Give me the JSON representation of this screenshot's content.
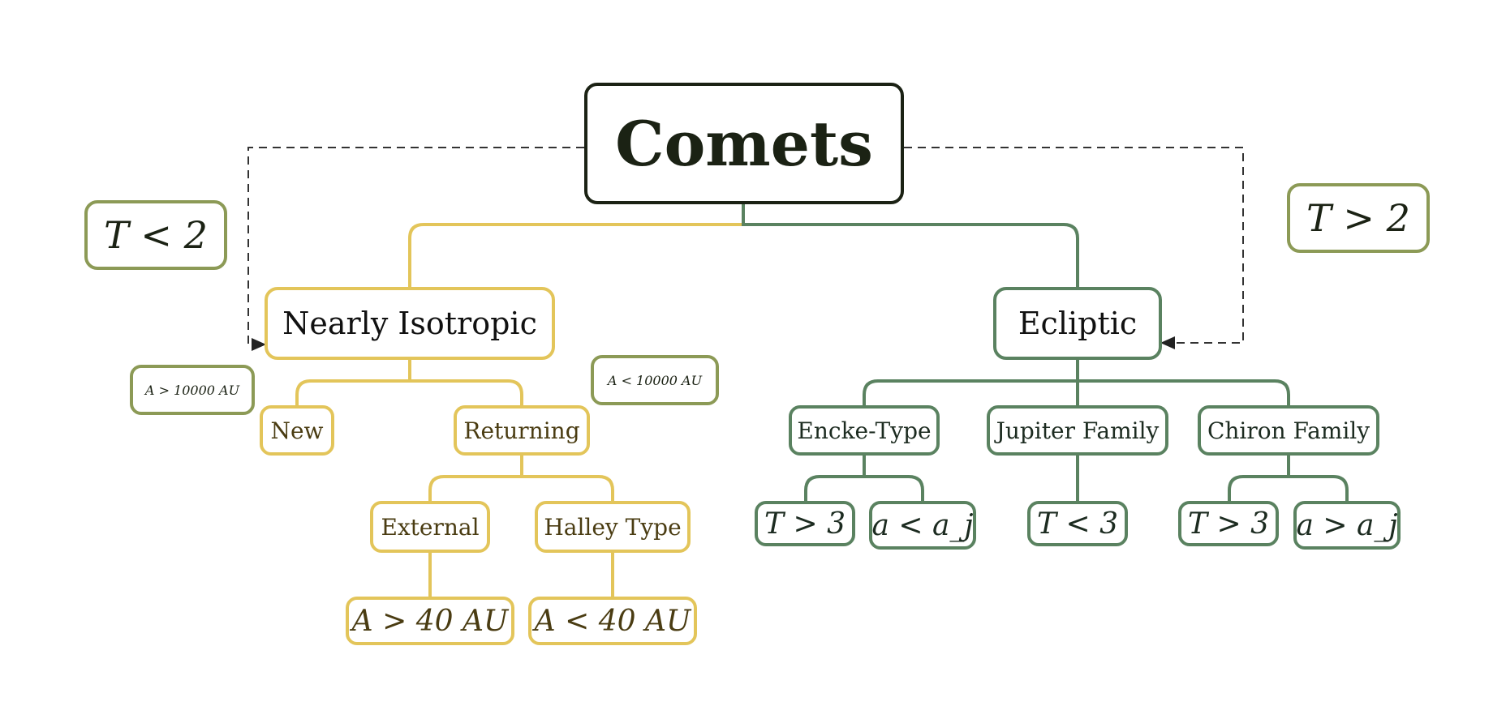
{
  "diagram": {
    "root": "Comets",
    "conditions": {
      "left_period": "T < 2",
      "right_period": "T > 2",
      "new_aphelion": "A > 10000 AU",
      "returning_aphelion": "A < 10000 AU"
    },
    "nearly_isotropic": {
      "label": "Nearly Isotropic",
      "new": "New",
      "returning": "Returning",
      "external": "External",
      "halley_type": "Halley Type",
      "external_condition": "A > 40 AU",
      "halley_condition": "A < 40 AU"
    },
    "ecliptic": {
      "label": "Ecliptic",
      "encke_type": "Encke-Type",
      "jupiter_family": "Jupiter Family",
      "chiron_family": "Chiron Family",
      "encke_condition_1": "T > 3",
      "encke_condition_2": "a < a_j",
      "jupiter_condition": "T < 3",
      "chiron_condition_1": "T > 3",
      "chiron_condition_2": "a > a_j"
    },
    "colors": {
      "root": "#1b2214",
      "isotropic_branch": "#e3c55a",
      "ecliptic_branch": "#5a8260",
      "condition_border": "#8c9a56"
    }
  }
}
